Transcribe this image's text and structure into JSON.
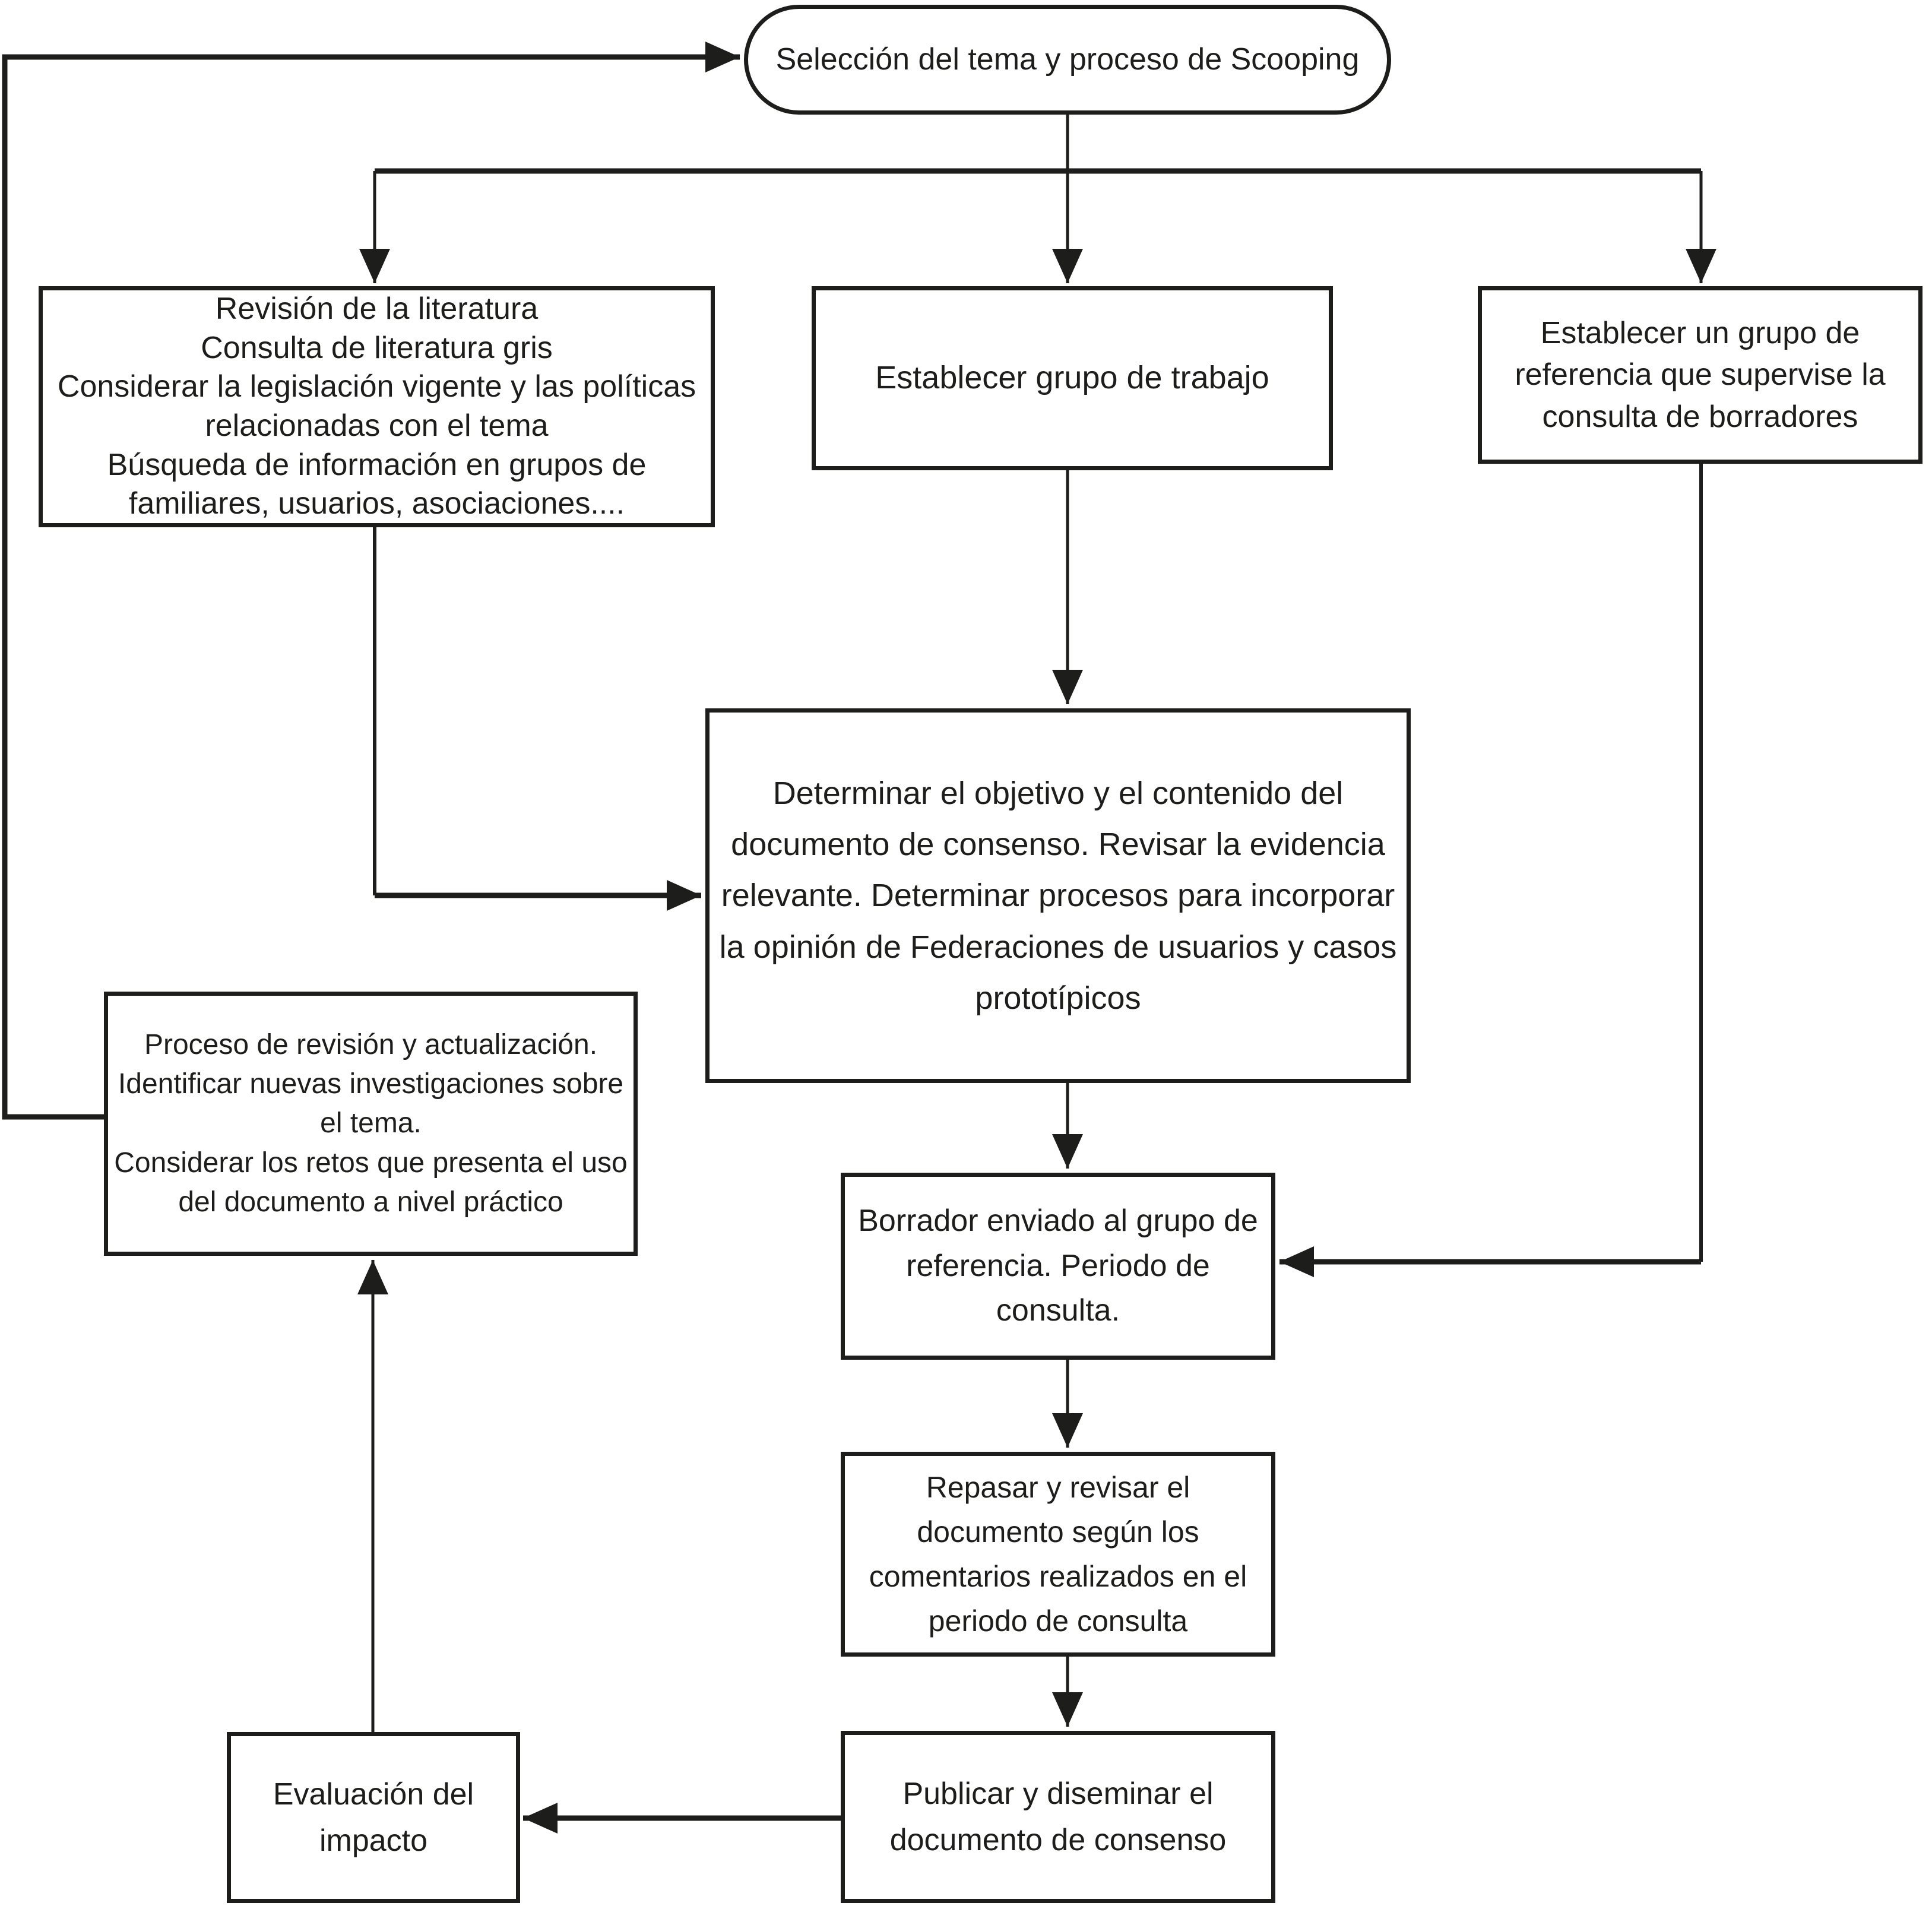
{
  "diagram": {
    "nodes": {
      "seleccion": {
        "label": "Selección del tema y proceso de Scooping",
        "shape": "stadium"
      },
      "revision": {
        "label": "Revisión de la literatura\nConsulta de literatura gris\nConsiderar la legislación vigente y las políticas relacionadas con el tema\nBúsqueda de información en grupos de familiares, usuarios, asociaciones....",
        "shape": "rect"
      },
      "grupo_trabajo": {
        "label": "Establecer grupo de trabajo",
        "shape": "rect"
      },
      "grupo_referencia": {
        "label": "Establecer un grupo de referencia que supervise la consulta de borradores",
        "shape": "rect"
      },
      "determinar": {
        "label": "Determinar el objetivo y el contenido del documento de consenso. Revisar la evidencia relevante. Determinar procesos para incorporar la opinión de Federaciones de usuarios y casos prototípicos",
        "shape": "rect"
      },
      "proceso": {
        "label": "Proceso de revisión y actualización.\nIdentificar nuevas investigaciones sobre el tema.\nConsiderar los retos que presenta el uso del documento a nivel práctico",
        "shape": "rect"
      },
      "borrador": {
        "label": "Borrador enviado al grupo de referencia. Periodo de consulta.",
        "shape": "rect"
      },
      "repasar": {
        "label": "Repasar y revisar el documento según los comentarios realizados en el periodo de consulta",
        "shape": "rect"
      },
      "publicar": {
        "label": "Publicar y diseminar el documento de consenso",
        "shape": "rect"
      },
      "evaluacion": {
        "label": "Evaluación del impacto",
        "shape": "rect"
      }
    },
    "edges": [
      {
        "from": "seleccion",
        "to": "revision"
      },
      {
        "from": "seleccion",
        "to": "grupo_trabajo"
      },
      {
        "from": "seleccion",
        "to": "grupo_referencia"
      },
      {
        "from": "revision",
        "to": "determinar"
      },
      {
        "from": "grupo_trabajo",
        "to": "determinar"
      },
      {
        "from": "determinar",
        "to": "borrador"
      },
      {
        "from": "grupo_referencia",
        "to": "borrador"
      },
      {
        "from": "borrador",
        "to": "repasar"
      },
      {
        "from": "repasar",
        "to": "publicar"
      },
      {
        "from": "publicar",
        "to": "evaluacion"
      },
      {
        "from": "evaluacion",
        "to": "proceso"
      },
      {
        "from": "proceso",
        "to": "seleccion"
      }
    ]
  },
  "colors": {
    "line": "#1d1d1b",
    "text": "#1d1d1b",
    "node_background": "#ffffff",
    "page_background": "#ffffff"
  }
}
